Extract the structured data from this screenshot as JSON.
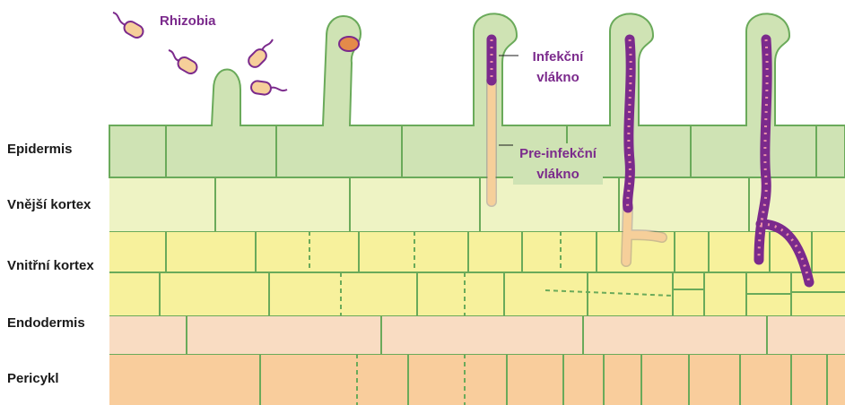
{
  "layers": {
    "epidermis": "Epidermis",
    "outer_cortex": "Vnější kortex",
    "inner_cortex": "Vnitřní kortex",
    "endodermis": "Endodermis",
    "pericycle": "Pericykl"
  },
  "annotations": {
    "rhizobia": "Rhizobia",
    "infection_thread_l1": "Infekční",
    "infection_thread_l2": "vlákno",
    "pre_infection_thread_l1": "Pre-infekční",
    "pre_infection_thread_l2": "vlákno"
  },
  "colors": {
    "epidermis": "#cfe3b4",
    "outer_cortex": "#eef3c4",
    "inner_cortex": "#f7f19c",
    "endodermis": "#f9dcc2",
    "pericycle": "#f9cd9c",
    "cell_border": "#6aaa5a",
    "infection_thread": "#7b2a8c",
    "infection_thread_dots": "#e890a8",
    "pre_infection_thread": "#f6cf9a",
    "label_accent": "#7b2a8c"
  }
}
